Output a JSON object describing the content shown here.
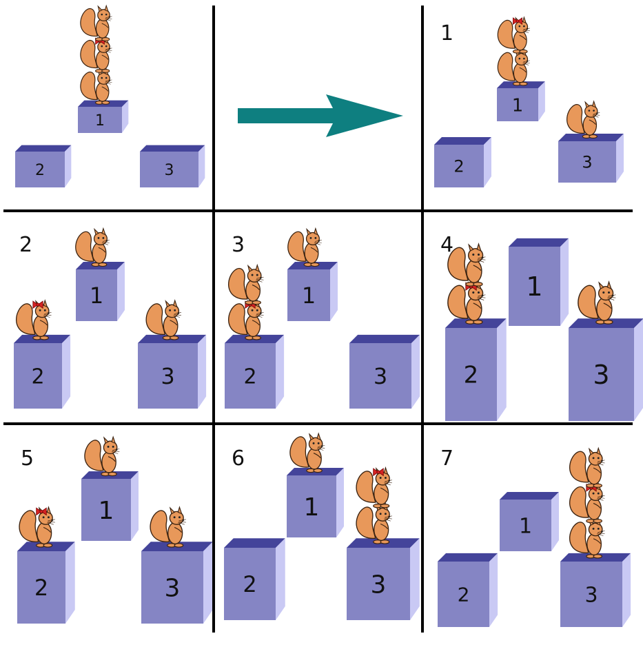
{
  "colors": {
    "grid": "#000000",
    "arrow": "#0e7f80",
    "box_top": "#44449a",
    "box_front": "#8585c4",
    "box_side": "#c9c9f4",
    "squirrel_fur": "#e8985a",
    "squirrel_outline": "#3a2210",
    "bow": "#d42424"
  },
  "arrow_icon": "right-arrow-icon",
  "peg_labels": [
    "1",
    "2",
    "3"
  ],
  "panels": [
    {
      "step": "",
      "stacks": {
        "1": [
          "plain",
          "bow",
          "plain"
        ],
        "2": [],
        "3": []
      }
    },
    {
      "step": "",
      "arrow": true
    },
    {
      "step": "1",
      "stacks": {
        "1": [
          "plain",
          "bow"
        ],
        "2": [],
        "3": [
          "plain"
        ]
      }
    },
    {
      "step": "2",
      "stacks": {
        "1": [
          "plain"
        ],
        "2": [
          "bow"
        ],
        "3": [
          "plain"
        ]
      }
    },
    {
      "step": "3",
      "stacks": {
        "1": [
          "plain"
        ],
        "2": [
          "bow",
          "plain"
        ],
        "3": []
      }
    },
    {
      "step": "4",
      "stacks": {
        "1": [],
        "2": [
          "bow",
          "plain"
        ],
        "3": [
          "plain"
        ]
      }
    },
    {
      "step": "5",
      "stacks": {
        "1": [
          "plain"
        ],
        "2": [
          "bow"
        ],
        "3": [
          "plain"
        ]
      }
    },
    {
      "step": "6",
      "stacks": {
        "1": [
          "plain"
        ],
        "2": [],
        "3": [
          "plain",
          "bow"
        ]
      }
    },
    {
      "step": "7",
      "stacks": {
        "1": [],
        "2": [],
        "3": [
          "plain",
          "bow",
          "plain"
        ]
      }
    }
  ]
}
